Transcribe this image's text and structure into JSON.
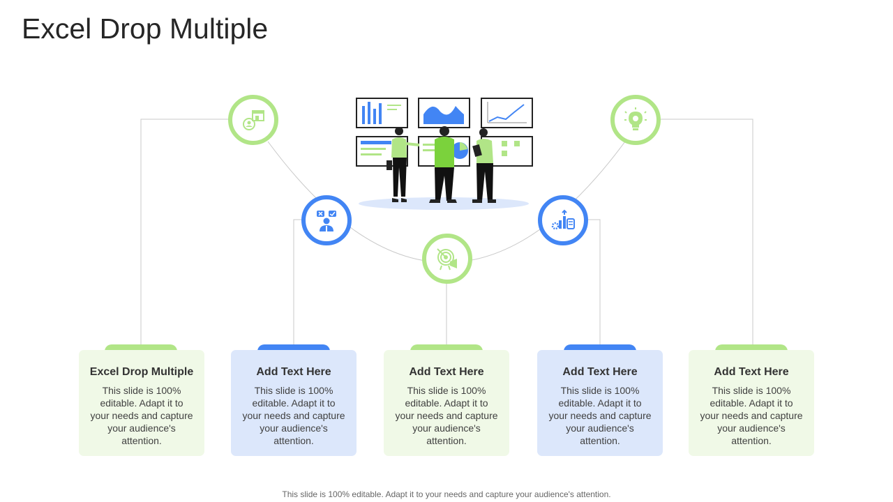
{
  "title": "Excel Drop Multiple",
  "colors": {
    "green": "#b1e587",
    "blue": "#4285f4",
    "green_card": "#f0f9e7",
    "blue_card": "#dce7fb",
    "connector": "#c8c8c8"
  },
  "icons": [
    {
      "name": "store-location-icon",
      "color": "green"
    },
    {
      "name": "user-decision-icon",
      "color": "blue"
    },
    {
      "name": "target-megaphone-icon",
      "color": "green"
    },
    {
      "name": "growth-chart-gear-icon",
      "color": "blue"
    },
    {
      "name": "lightbulb-idea-icon",
      "color": "green"
    }
  ],
  "cards": [
    {
      "title": "Excel Drop Multiple",
      "body": "This slide is 100% editable. Adapt it to your needs and capture your audience's attention.",
      "color": "green"
    },
    {
      "title": "Add Text Here",
      "body": "This slide is 100% editable. Adapt it to your needs and capture your audience's attention.",
      "color": "blue"
    },
    {
      "title": "Add Text Here",
      "body": "This slide is 100% editable. Adapt it to your needs and capture your audience's attention.",
      "color": "green"
    },
    {
      "title": "Add Text Here",
      "body": "This slide is 100% editable. Adapt it to your needs and capture your audience's attention.",
      "color": "blue"
    },
    {
      "title": "Add Text Here",
      "body": "This slide is 100% editable. Adapt it to your needs and capture your audience's attention.",
      "color": "green"
    }
  ],
  "footer": "This slide is 100% editable. Adapt it to your needs and capture your audience's attention."
}
